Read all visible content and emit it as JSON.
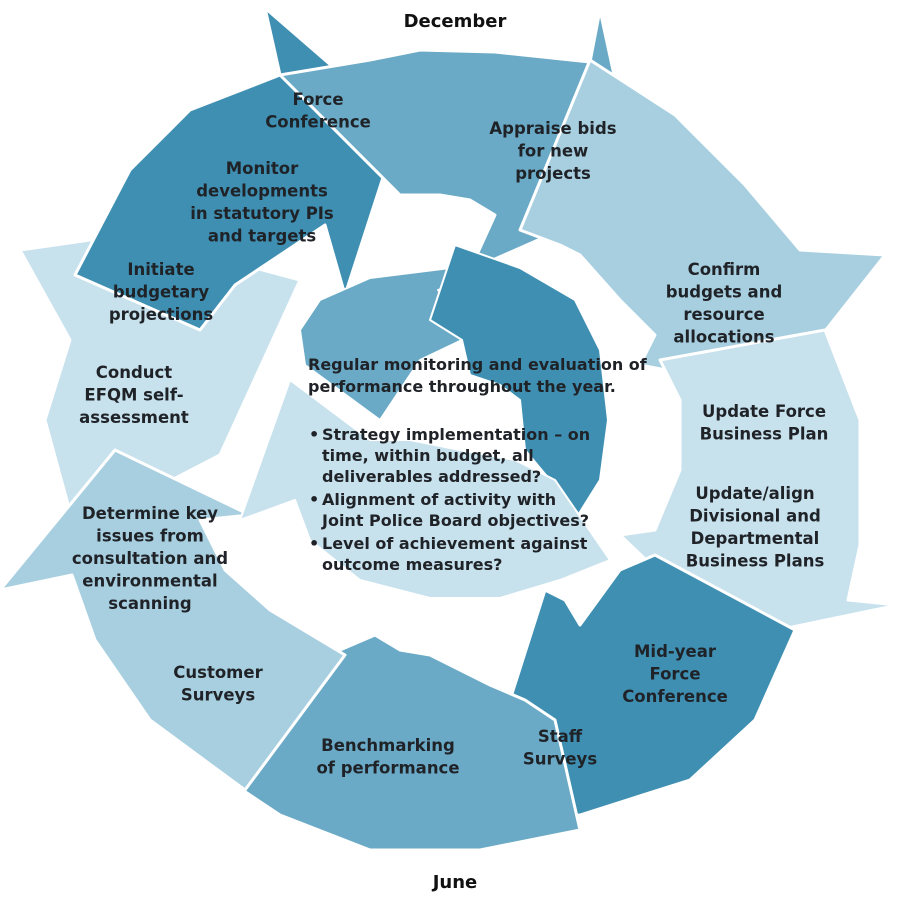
{
  "months": {
    "top": "December",
    "bottom": "June"
  },
  "colors": {
    "dark": "#3f8fb2",
    "medium": "#6aaac6",
    "light": "#a8cfe0",
    "pale": "#c7e1ed",
    "outline": "#ffffff",
    "text": "#1f2328"
  },
  "segments": {
    "force_conference": [
      "Force",
      "Conference"
    ],
    "monitor_developments": [
      "Monitor",
      "developments",
      "in statutory PIs",
      "and targets"
    ],
    "appraise_bids": [
      "Appraise bids",
      "for new",
      "projects"
    ],
    "confirm_budgets": [
      "Confirm",
      "budgets and",
      "resource",
      "allocations"
    ],
    "update_business_plan": [
      "Update Force",
      "Business Plan"
    ],
    "update_divisional_plans": [
      "Update/align",
      "Divisional and",
      "Departmental",
      "Business Plans"
    ],
    "mid_year_conference": [
      "Mid-year",
      "Force",
      "Conference"
    ],
    "staff_surveys": [
      "Staff",
      "Surveys"
    ],
    "benchmarking": [
      "Benchmarking",
      "of performance"
    ],
    "customer_surveys": [
      "Customer",
      "Surveys"
    ],
    "determine_key_issues": [
      "Determine key",
      "issues from",
      "consultation and",
      "environmental",
      "scanning"
    ],
    "conduct_efqm": [
      "Conduct",
      "EFQM self-",
      "assessment"
    ],
    "initiate_budgetary": [
      "Initiate",
      "budgetary",
      "projections"
    ]
  },
  "center": {
    "intro": [
      "Regular monitoring and evaluation of",
      "performance throughout the year."
    ],
    "bullet_symbol": "•",
    "bullets": [
      [
        "Strategy implementation – on",
        "time, within budget, all",
        "deliverables addressed?"
      ],
      [
        "Alignment of activity with",
        "Joint Police Board objectives?"
      ],
      [
        "Level of achievement against",
        "outcome measures?"
      ]
    ]
  }
}
